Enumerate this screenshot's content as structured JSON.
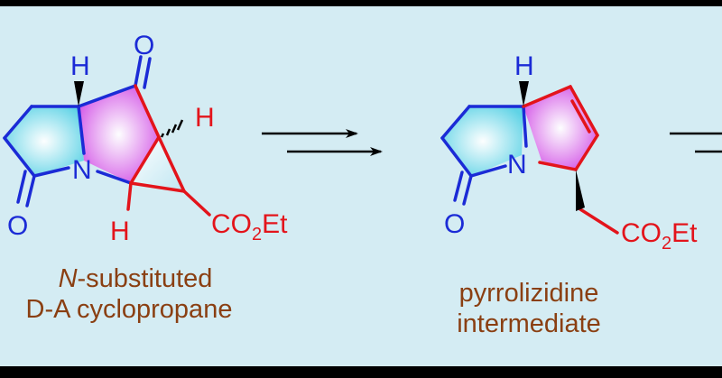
{
  "compound_left": {
    "label_line1_prefix": "N",
    "label_line1_suffix": "-substituted",
    "label_line2": "D-A cyclopropane",
    "atoms": {
      "H_top": "H",
      "O_top": "O",
      "H_right": "H",
      "N": "N",
      "O_left": "O",
      "H_bottom": "H",
      "ester_CO": "CO",
      "ester_sub": "2",
      "ester_Et": "Et"
    }
  },
  "compound_middle": {
    "label_line1": "pyrrolizidine",
    "label_line2": "intermediate",
    "atoms": {
      "H_top": "H",
      "N": "N",
      "O_left": "O",
      "ester_CO": "CO",
      "ester_sub": "2",
      "ester_Et": "Et"
    }
  },
  "colors": {
    "background": "#d4ecf3",
    "bond_blue": "#1b2bd6",
    "bond_red": "#e3141b",
    "caption_brown": "#8a3f12",
    "ring_cyan": "#5fd3e6",
    "ring_magenta": "#d24fe6"
  }
}
